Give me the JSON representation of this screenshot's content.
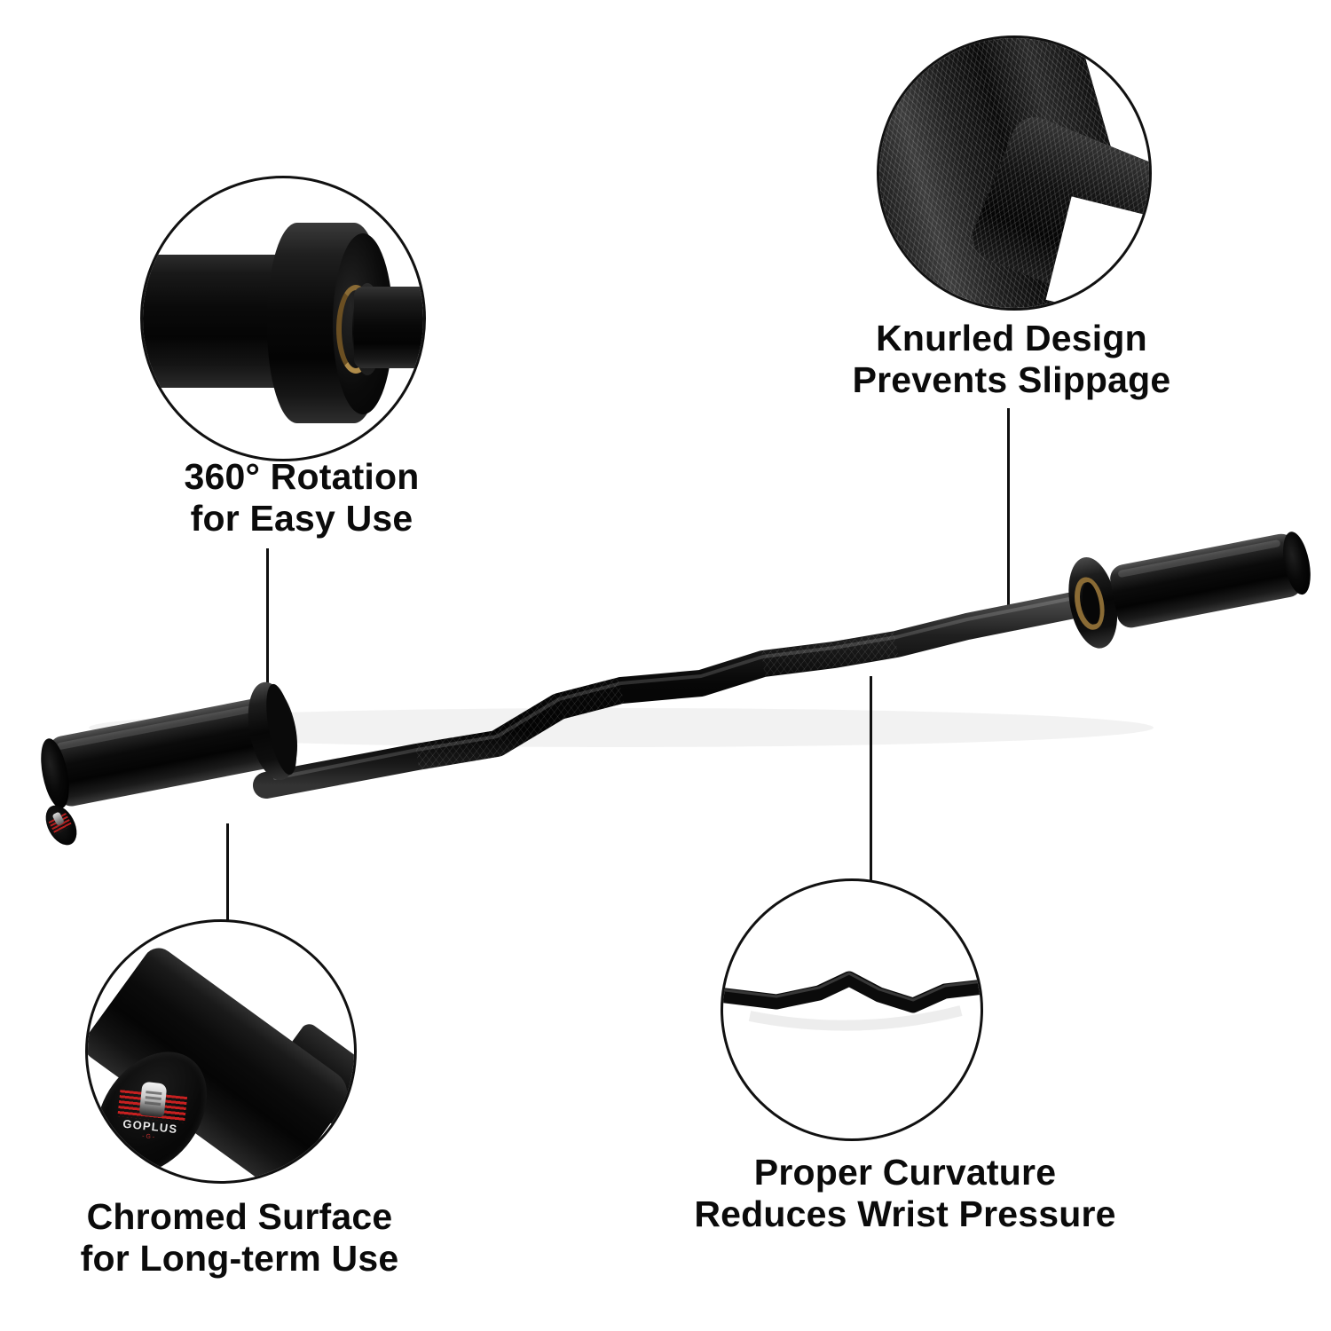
{
  "page": {
    "title": "Olympic EZ Curl Barbell Feature Infographic",
    "background_color": "#ffffff",
    "text_color": "#0b0b0b",
    "line_color": "#101010"
  },
  "product": {
    "name": "EZ Curl Olympic Barbell",
    "brand_logo": {
      "wordmark": "GOPLUS",
      "sub_mark": "-G-",
      "icon": "fist-icon",
      "stripe_color": "#c62020",
      "wordmark_color": "#e8e8e8"
    },
    "colors": {
      "bar_black": "#0a0a0a",
      "bronze_bushing": "#8a6b35",
      "highlight": "#3d3d3d"
    }
  },
  "callouts": [
    {
      "id": "rotation",
      "lines": [
        "360° Rotation",
        "for Easy Use"
      ],
      "detail_icon": "rotating-sleeve-bushing-icon",
      "position": "top-left"
    },
    {
      "id": "knurled",
      "lines": [
        "Knurled Design",
        "Prevents Slippage"
      ],
      "detail_icon": "knurled-texture-icon",
      "position": "top-right"
    },
    {
      "id": "chromed",
      "lines": [
        "Chromed Surface",
        "for Long-term Use"
      ],
      "detail_icon": "chromed-end-cap-icon",
      "position": "bottom-left"
    },
    {
      "id": "curvature",
      "lines": [
        "Proper Curvature",
        "Reduces Wrist Pressure"
      ],
      "detail_icon": "curved-bar-profile-icon",
      "position": "bottom-right"
    }
  ]
}
